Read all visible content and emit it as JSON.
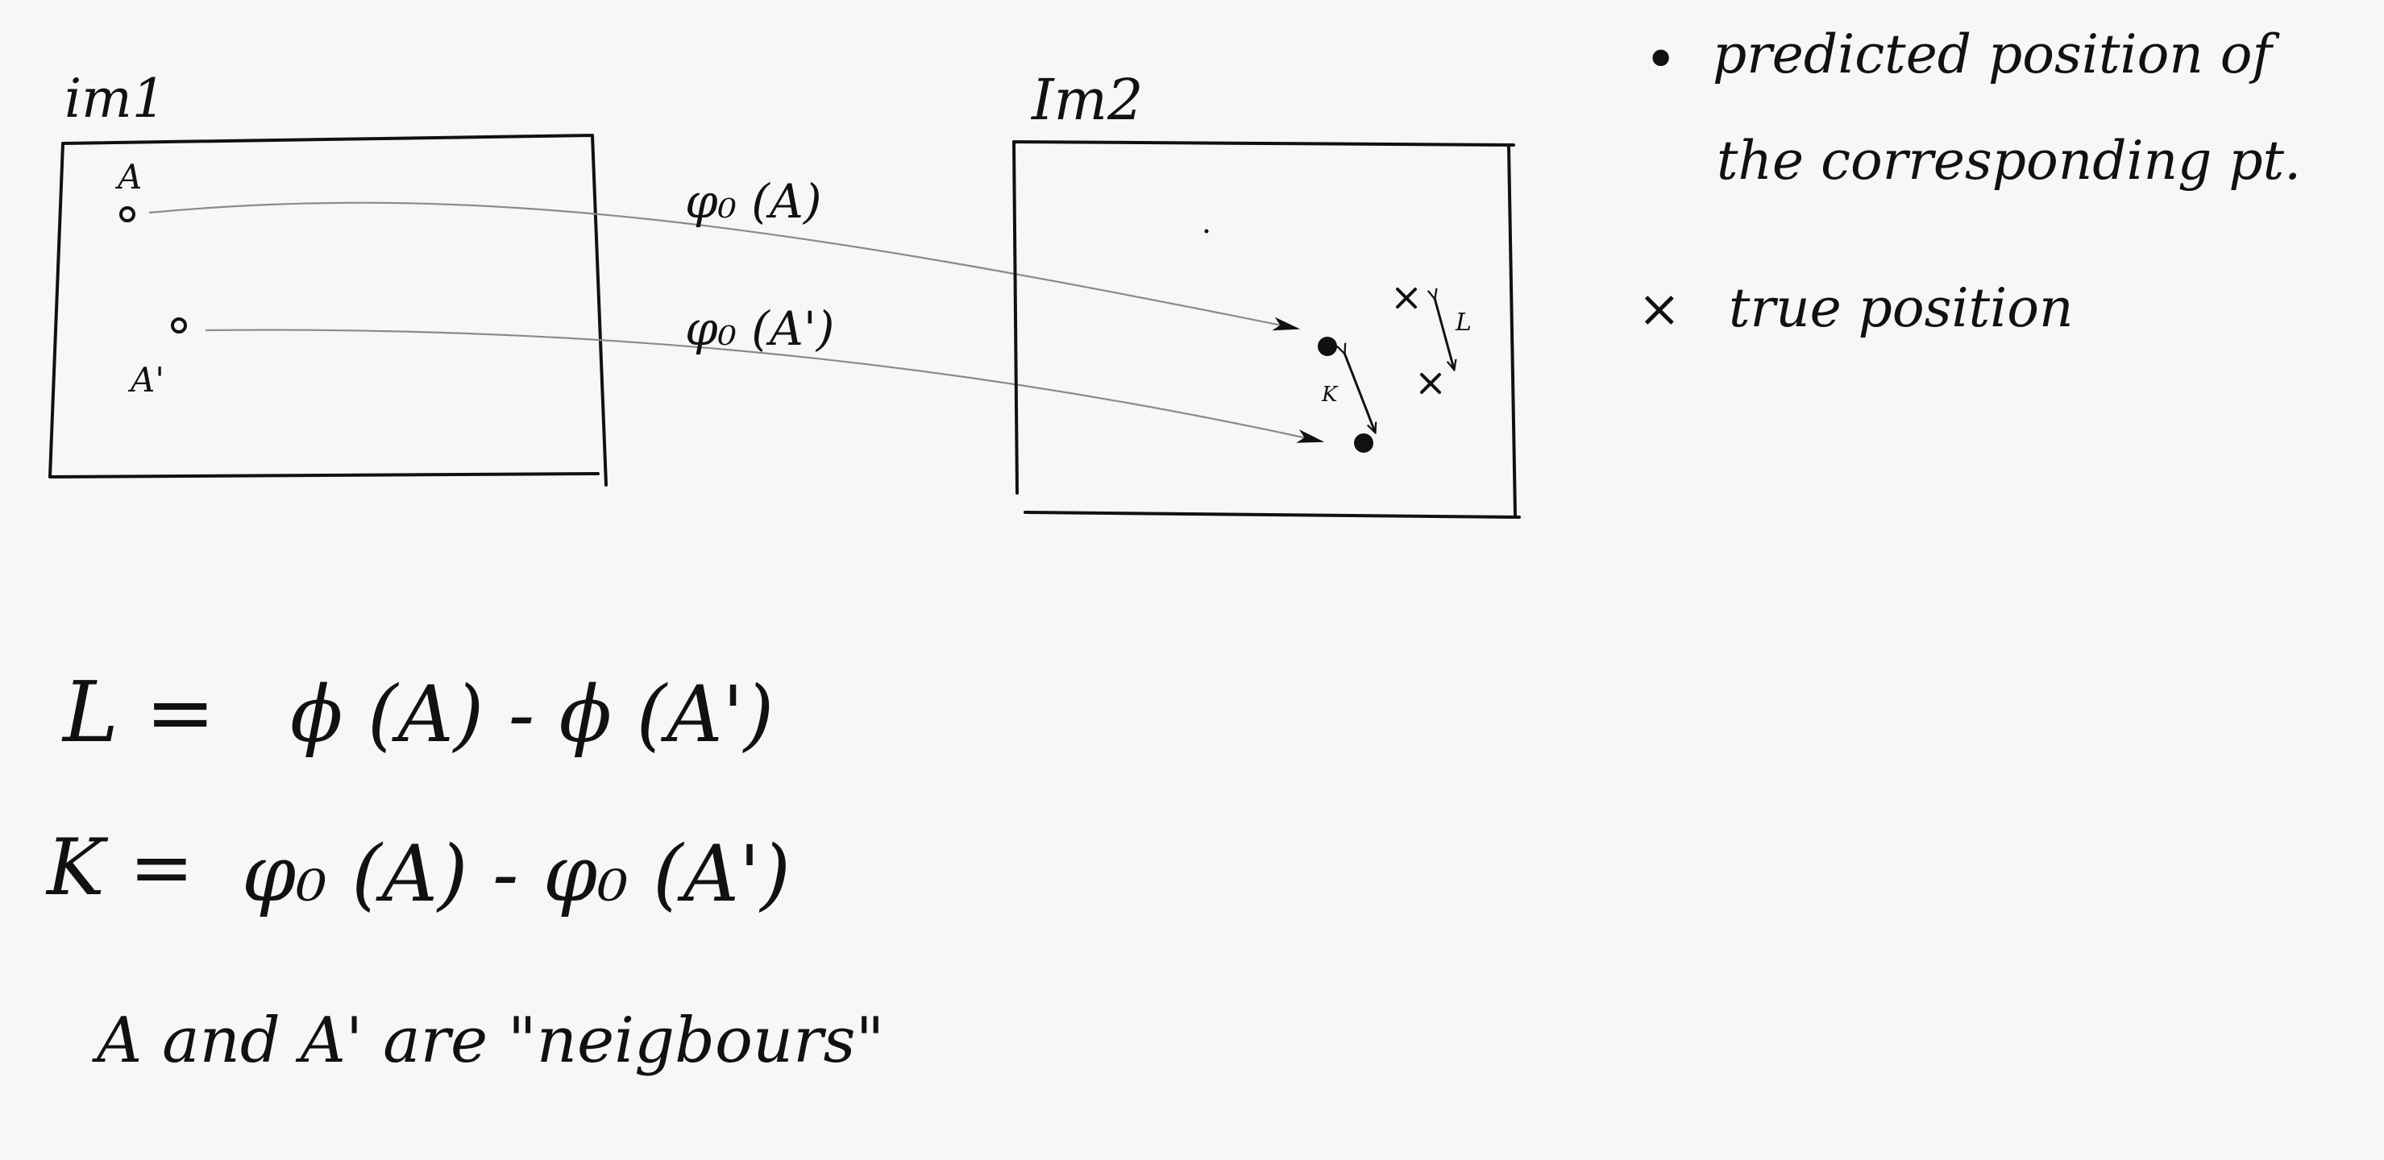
{
  "colors": {
    "paper": "#f7f7f6",
    "ink": "#111111",
    "arrow_line": "#8a8a8a"
  },
  "image1": {
    "label": "im1",
    "point_a_label": "A",
    "point_a_prime_label": "A'"
  },
  "image2": {
    "label": "Im2",
    "distance_true_label": "L",
    "distance_predicted_label": "K"
  },
  "mappings": [
    {
      "label": "φ₀ (A)"
    },
    {
      "label": "φ₀ (A')"
    }
  ],
  "legend": {
    "predicted_marker": "•",
    "predicted_line1": "predicted  position of",
    "predicted_line2": "the  corresponding  pt.",
    "true_marker": "×",
    "true_text": "true  position"
  },
  "equations": [
    {
      "lhs": "L =",
      "rhs": "ϕ (A) - ϕ (A')"
    },
    {
      "lhs": "K =",
      "rhs": "φ₀ (A) - φ₀ (A')"
    }
  ],
  "note": "A  and  A'  are  \"neigbours\""
}
